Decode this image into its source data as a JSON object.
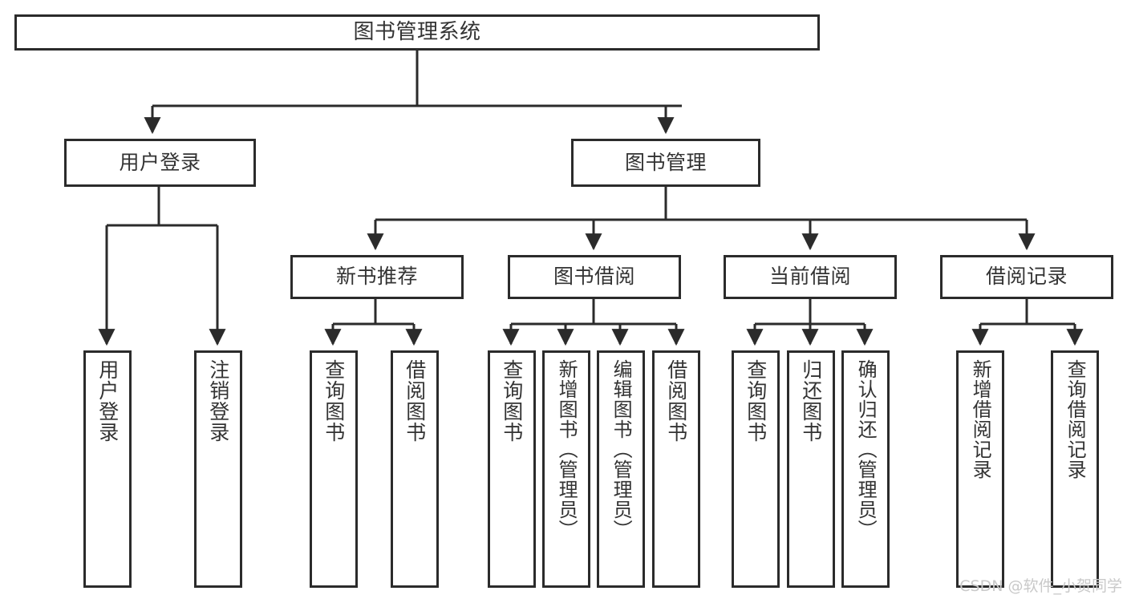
{
  "diagram": {
    "title": "图书管理系统",
    "type": "tree-structure-chart",
    "stroke_color": "#2b2b2b",
    "text_color": "#333333",
    "background_color": "#ffffff"
  },
  "nodes": {
    "root": {
      "label": "图书管理系统"
    },
    "level1": [
      {
        "label": "用户登录"
      },
      {
        "label": "图书管理"
      }
    ],
    "level2": [
      {
        "label": "新书推荐"
      },
      {
        "label": "图书借阅"
      },
      {
        "label": "当前借阅"
      },
      {
        "label": "借阅记录"
      }
    ],
    "leaves": {
      "user_login": [
        {
          "label": "用户登录"
        },
        {
          "label": "注销登录"
        }
      ],
      "new_book_recommend": [
        {
          "label": "查询图书"
        },
        {
          "label": "借阅图书"
        }
      ],
      "book_borrow": [
        {
          "label": "查询图书"
        },
        {
          "label": "新增图书（管理员）"
        },
        {
          "label": "编辑图书（管理员）"
        },
        {
          "label": "借阅图书"
        }
      ],
      "current_borrow": [
        {
          "label": "查询图书"
        },
        {
          "label": "归还图书"
        },
        {
          "label": "确认归还（管理员）"
        }
      ],
      "borrow_records": [
        {
          "label": "新增借阅记录"
        },
        {
          "label": "查询借阅记录"
        }
      ]
    }
  },
  "watermark": {
    "text": "CSDN @软件_小贺同学"
  }
}
